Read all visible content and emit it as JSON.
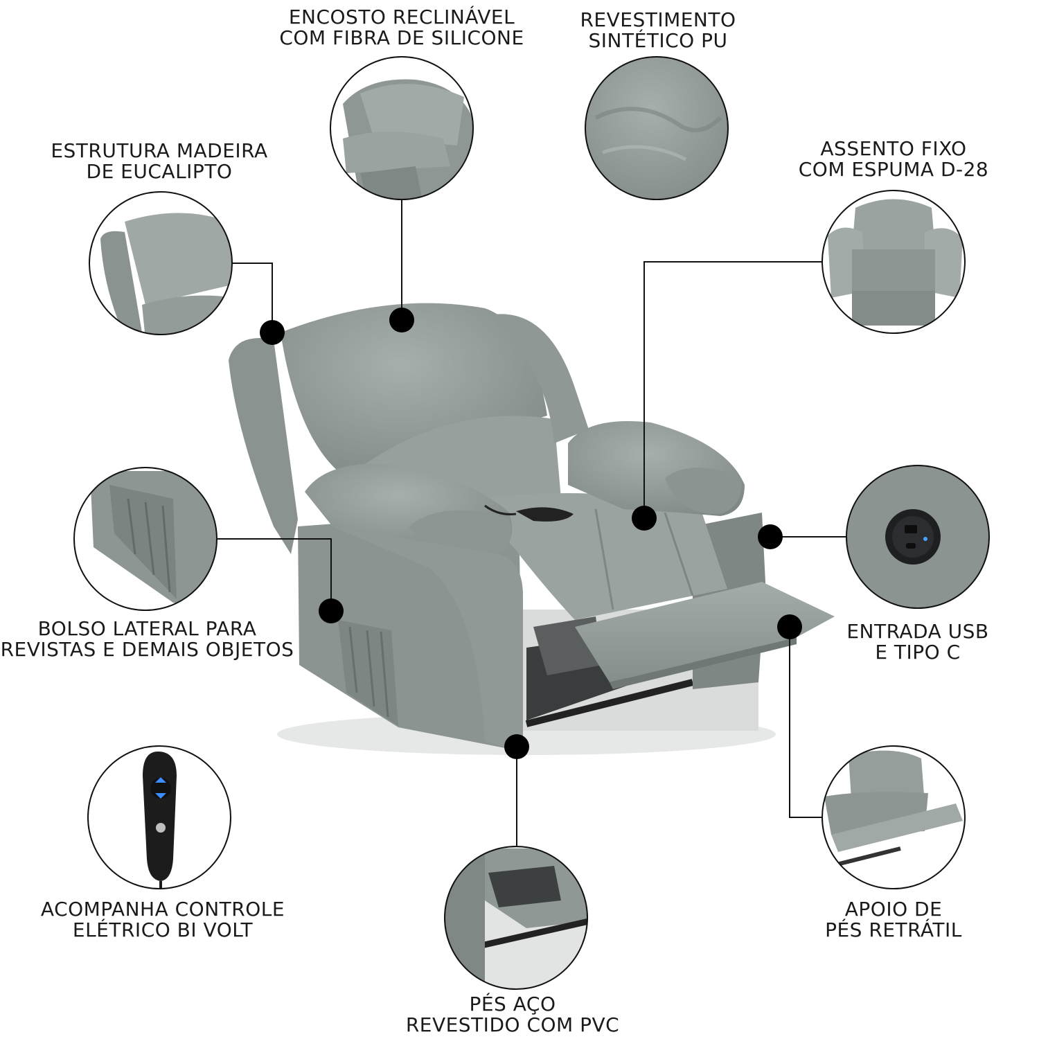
{
  "colors": {
    "fabric": "#8f9895",
    "fabric_dark": "#6f7875",
    "fabric_light": "#a9b1ae",
    "line": "#111111",
    "text": "#1a1a1a"
  },
  "callouts": [
    {
      "id": "encosto",
      "lines": [
        "ENCOSTO RECLINÁVEL",
        "COM FIBRA DE SILICONE"
      ]
    },
    {
      "id": "revestimento",
      "lines": [
        "REVESTIMENTO",
        "SINTÉTICO PU"
      ]
    },
    {
      "id": "estrutura",
      "lines": [
        "ESTRUTURA MADEIRA",
        "DE EUCALIPTO"
      ]
    },
    {
      "id": "assento",
      "lines": [
        "ASSENTO FIXO",
        "COM ESPUMA D-28"
      ]
    },
    {
      "id": "bolso",
      "lines": [
        "BOLSO LATERAL PARA",
        "REVISTAS E DEMAIS OBJETOS"
      ]
    },
    {
      "id": "usb",
      "lines": [
        "ENTRADA USB",
        "E TIPO C"
      ]
    },
    {
      "id": "controle",
      "lines": [
        "ACOMPANHA CONTROLE",
        "ELÉTRICO BI VOLT"
      ]
    },
    {
      "id": "apoio",
      "lines": [
        "APOIO DE",
        "PÉS RETRÁTIL"
      ]
    },
    {
      "id": "pes",
      "lines": [
        "PÉS AÇO",
        "REVESTIDO COM PVC"
      ]
    }
  ]
}
